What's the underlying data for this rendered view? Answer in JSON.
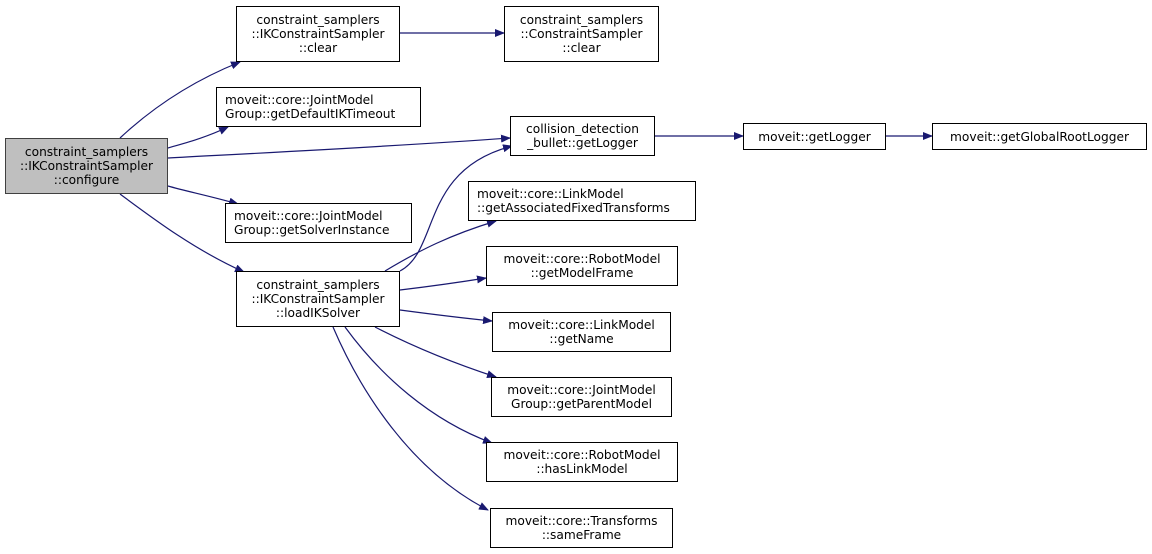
{
  "colors": {
    "edge": "#191970",
    "node_border": "#000000",
    "root_fill": "#bfbfbf",
    "node_fill": "#ffffff"
  },
  "nodes": {
    "configure": {
      "lines": [
        "constraint_samplers",
        "::IKConstraintSampler",
        "::configure"
      ]
    },
    "ik_clear": {
      "lines": [
        "constraint_samplers",
        "::IKConstraintSampler",
        "::clear"
      ]
    },
    "cs_clear": {
      "lines": [
        "constraint_samplers",
        "::ConstraintSampler",
        "::clear"
      ]
    },
    "default_ik_timeout": {
      "lines": [
        "moveit::core::JointModel",
        "Group::getDefaultIKTimeout"
      ]
    },
    "bullet_get_logger": {
      "lines": [
        "collision_detection",
        "_bullet::getLogger"
      ]
    },
    "moveit_get_logger": {
      "lines": [
        "moveit::getLogger"
      ]
    },
    "global_root_logger": {
      "lines": [
        "moveit::getGlobalRootLogger"
      ]
    },
    "get_solver_instance": {
      "lines": [
        "moveit::core::JointModel",
        "Group::getSolverInstance"
      ]
    },
    "load_ik_solver": {
      "lines": [
        "constraint_samplers",
        "::IKConstraintSampler",
        "::loadIKSolver"
      ]
    },
    "assoc_fixed_transforms": {
      "lines": [
        "moveit::core::LinkModel",
        "::getAssociatedFixedTransforms"
      ]
    },
    "get_model_frame": {
      "lines": [
        "moveit::core::RobotModel",
        "::getModelFrame"
      ]
    },
    "get_name": {
      "lines": [
        "moveit::core::LinkModel",
        "::getName"
      ]
    },
    "get_parent_model": {
      "lines": [
        "moveit::core::JointModel",
        "Group::getParentModel"
      ]
    },
    "has_link_model": {
      "lines": [
        "moveit::core::RobotModel",
        "::hasLinkModel"
      ]
    },
    "same_frame": {
      "lines": [
        "moveit::core::Transforms",
        "::sameFrame"
      ]
    }
  },
  "edges": [
    [
      "configure",
      "ik_clear"
    ],
    [
      "configure",
      "default_ik_timeout"
    ],
    [
      "configure",
      "bullet_get_logger"
    ],
    [
      "configure",
      "get_solver_instance"
    ],
    [
      "configure",
      "load_ik_solver"
    ],
    [
      "ik_clear",
      "cs_clear"
    ],
    [
      "bullet_get_logger",
      "moveit_get_logger"
    ],
    [
      "moveit_get_logger",
      "global_root_logger"
    ],
    [
      "load_ik_solver",
      "bullet_get_logger"
    ],
    [
      "load_ik_solver",
      "assoc_fixed_transforms"
    ],
    [
      "load_ik_solver",
      "get_model_frame"
    ],
    [
      "load_ik_solver",
      "get_name"
    ],
    [
      "load_ik_solver",
      "get_parent_model"
    ],
    [
      "load_ik_solver",
      "has_link_model"
    ],
    [
      "load_ik_solver",
      "same_frame"
    ]
  ]
}
